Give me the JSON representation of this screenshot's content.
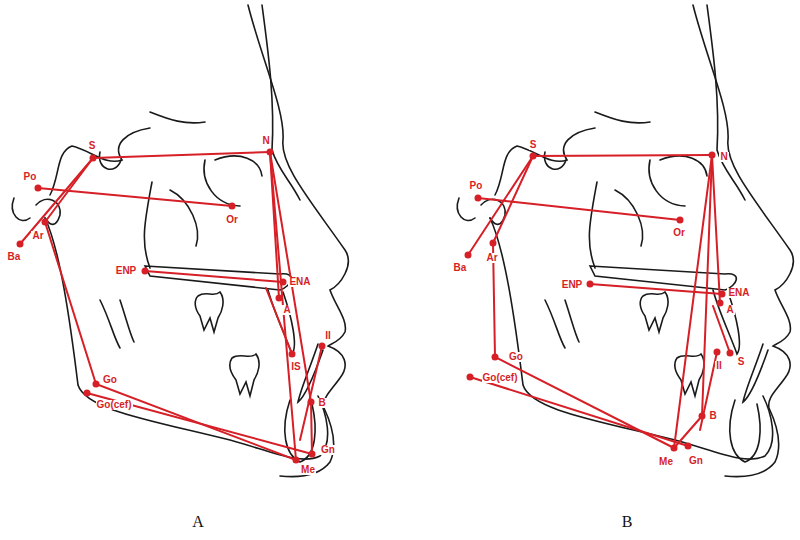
{
  "diagram": {
    "labels": [
      "S",
      "N",
      "Po",
      "Or",
      "Ba",
      "Ar",
      "ENP",
      "ENA",
      "A",
      "II",
      "IS",
      "B",
      "Go",
      "Go(cef)",
      "Gn",
      "Me",
      "S",
      "N",
      "Po",
      "Or",
      "Ba",
      "Ar",
      "ENP",
      "ENA",
      "A",
      "II",
      "S",
      "Go",
      "Go(cef)",
      "B",
      "Gn",
      "Me",
      "A",
      "B"
    ]
  }
}
